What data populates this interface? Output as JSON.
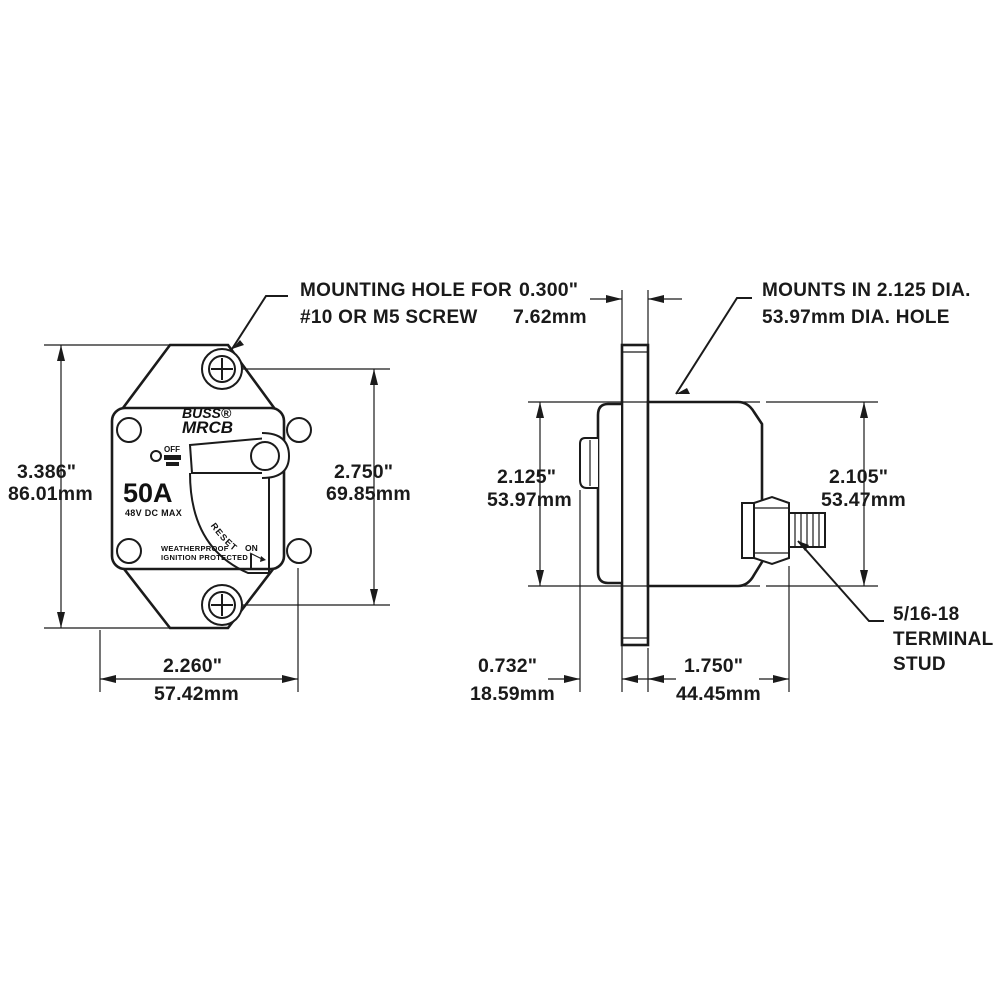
{
  "drawing": {
    "title": "Circuit Breaker Dimensional Drawing",
    "line_color": "#1b1b1b",
    "background": "#ffffff"
  },
  "notes": {
    "mounting_hole": {
      "line1": "MOUNTING HOLE FOR",
      "line2": "#10 OR M5 SCREW"
    },
    "mounts_in": {
      "line1": "MOUNTS IN 2.125  DIA.",
      "line2": "53.97mm DIA. HOLE"
    },
    "terminal_stud": {
      "line1": "5/16-18",
      "line2": "TERMINAL",
      "line3": "STUD"
    }
  },
  "dimensions": {
    "front_height": {
      "inch": "3.386\"",
      "mm": "86.01mm"
    },
    "front_hole_spacing_v": {
      "inch": "2.750\"",
      "mm": "69.85mm"
    },
    "front_width": {
      "inch": "2.260\"",
      "mm": "57.42mm"
    },
    "flange_thickness": {
      "inch": "0.300\"",
      "mm": "7.62mm"
    },
    "side_body_dia": {
      "inch": "2.125\"",
      "mm": "53.97mm"
    },
    "side_overall_height": {
      "inch": "2.105\"",
      "mm": "53.47mm"
    },
    "side_front_depth": {
      "inch": "0.732\"",
      "mm": "18.59mm"
    },
    "side_rear_depth": {
      "inch": "1.750\"",
      "mm": "44.45mm"
    }
  },
  "product_label": {
    "brand": "BUSS®",
    "model": "MRCB",
    "rating": "50A",
    "voltage": "48V DC MAX",
    "reset": "RESET",
    "on": "ON",
    "off": "OFF",
    "certification_line1": "WEATHERPROOF",
    "certification_line2": "IGNITION PROTECTED"
  },
  "views": {
    "front": "front-view",
    "side": "side-view"
  }
}
